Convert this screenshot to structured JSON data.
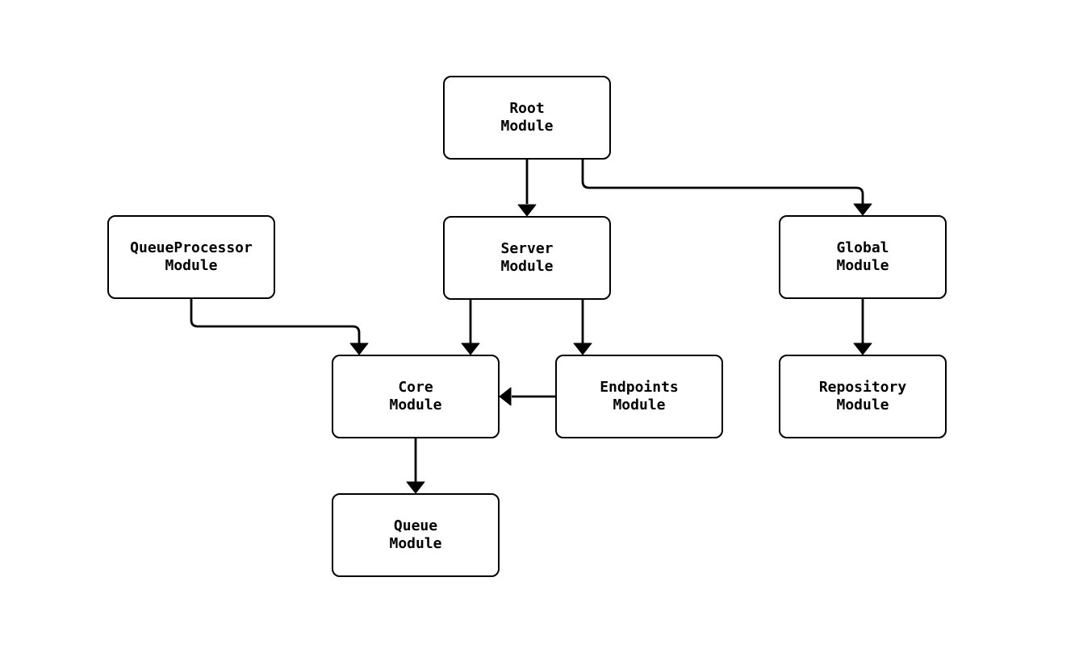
{
  "diagram": {
    "type": "flowchart",
    "background_color": "#ffffff",
    "stroke_color": "#000000",
    "text_color": "#000000",
    "node_fill_color": "#ffffff",
    "nodes": [
      {
        "id": "root",
        "label": "Root\nModule"
      },
      {
        "id": "server",
        "label": "Server\nModule"
      },
      {
        "id": "queueprocessor",
        "label": "QueueProcessor\nModule"
      },
      {
        "id": "global",
        "label": "Global\nModule"
      },
      {
        "id": "core",
        "label": "Core\nModule"
      },
      {
        "id": "endpoints",
        "label": "Endpoints\nModule"
      },
      {
        "id": "repository",
        "label": "Repository\nModule"
      },
      {
        "id": "queue",
        "label": "Queue\nModule"
      }
    ],
    "edges": [
      {
        "from": "root",
        "to": "server"
      },
      {
        "from": "root",
        "to": "global"
      },
      {
        "from": "queueprocessor",
        "to": "core"
      },
      {
        "from": "server",
        "to": "core"
      },
      {
        "from": "server",
        "to": "endpoints"
      },
      {
        "from": "endpoints",
        "to": "core"
      },
      {
        "from": "global",
        "to": "repository"
      },
      {
        "from": "core",
        "to": "queue"
      }
    ]
  }
}
